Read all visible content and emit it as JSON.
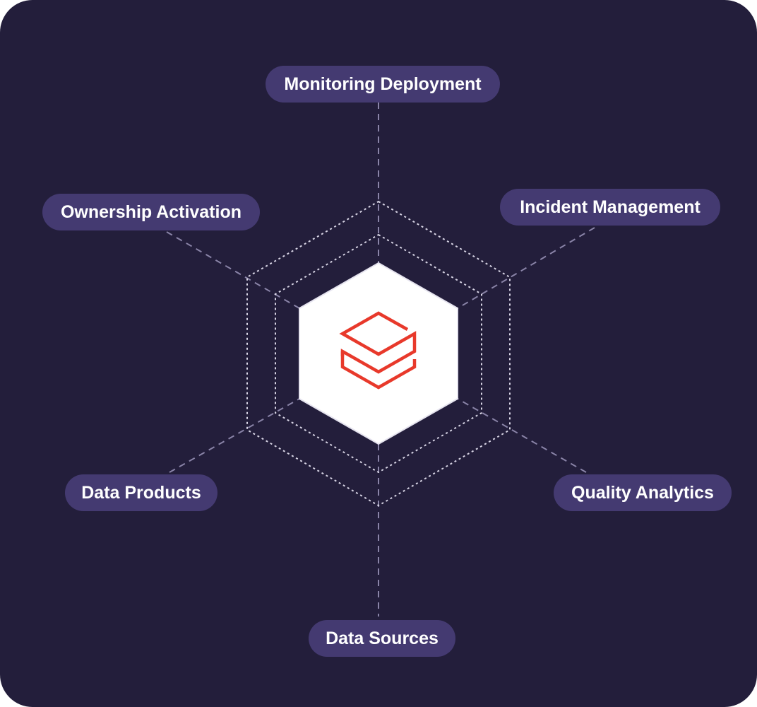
{
  "nodes": {
    "monitoring": "Monitoring Deployment",
    "ownership": "Ownership Activation",
    "incident": "Incident Management",
    "products": "Data Products",
    "quality": "Quality Analytics",
    "sources": "Data Sources"
  },
  "colors": {
    "background": "#231e3b",
    "pill": "#443a71",
    "pill_text": "#ffffff",
    "connector": "#8a84a8",
    "hex_outline": "#d9d6e6",
    "center_fill": "#ffffff",
    "logo": "#e8392b"
  },
  "center": {
    "icon": "layered-stack-logo-icon"
  }
}
